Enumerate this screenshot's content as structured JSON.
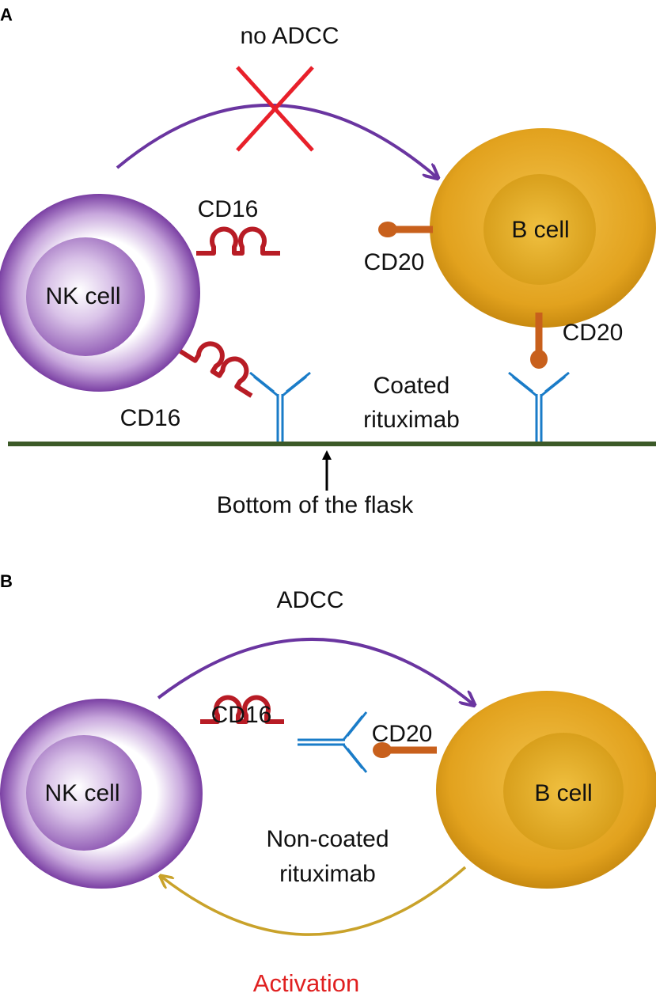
{
  "panel_a": {
    "letter": "A",
    "no_adcc": "no ADCC",
    "cd16_top": "CD16",
    "cd16_bottom": "CD16",
    "nk_cell": "NK cell",
    "b_cell": "B cell",
    "cd20_left": "CD20",
    "cd20_bottom": "CD20",
    "coated": "Coated",
    "rituximab": "rituximab",
    "flask_bottom": "Bottom of the flask"
  },
  "panel_b": {
    "letter": "B",
    "adcc": "ADCC",
    "cd16": "CD16",
    "cd20": "CD20",
    "nk_cell": "NK cell",
    "b_cell": "B cell",
    "non_coated": "Non-coated",
    "rituximab": "rituximab",
    "activation": "Activation"
  },
  "colors": {
    "nk_cell": "#8a4fb0",
    "b_cell": "#e0a420",
    "cd16": "#b81c25",
    "cd20": "#c8601c",
    "antibody": "#1a7cc8",
    "adcc_arrow": "#6a35a0",
    "activation_arrow": "#c9a22a",
    "activation_text": "#e02020",
    "cross": "#e8202a",
    "flask": "#3c5a28"
  }
}
